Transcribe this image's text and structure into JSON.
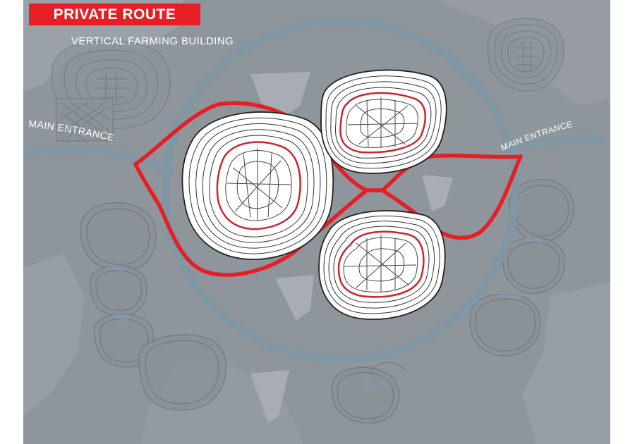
{
  "header": {
    "title": "PRIVATE ROUTE",
    "subtitle": "VERTICAL FARMING BUILDING"
  },
  "labels": {
    "entrance_left": "MAIN ENTRANCE",
    "entrance_right": "MAIN ENTRANCE"
  },
  "colors": {
    "background": "#8e959b",
    "route": "#e61e25",
    "water": "#7f97a5",
    "building_fill": "#ffffff",
    "badge": "#e61e25"
  }
}
